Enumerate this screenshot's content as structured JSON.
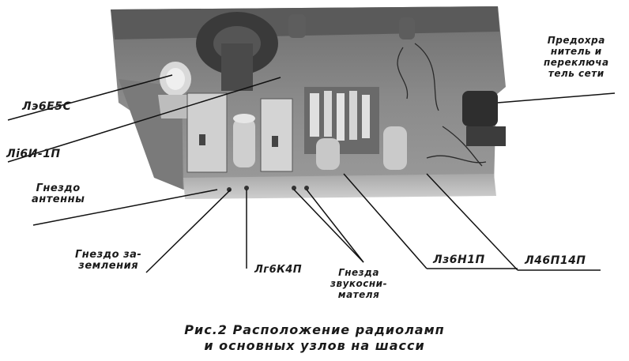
{
  "labels": {
    "l6e5s": "Лэ6Е5С",
    "l6i1p": "Лi6И-1П",
    "antenna": "Гнездо\nантенны",
    "ground": "Гнездо за-\nземления",
    "l6k4p": "Лг6К4П",
    "sound": "Гнезда\nзвукосни-\nмателя",
    "l6n1p": "Лз6Н1П",
    "l6p14p": "Л46П14П",
    "fuse": "Предохра\nнитель и\nпереключа\nтель сети"
  },
  "caption": {
    "line1": "Рис.2  Расположение  радиоламп",
    "line2": "и основных узлов на шасси"
  }
}
